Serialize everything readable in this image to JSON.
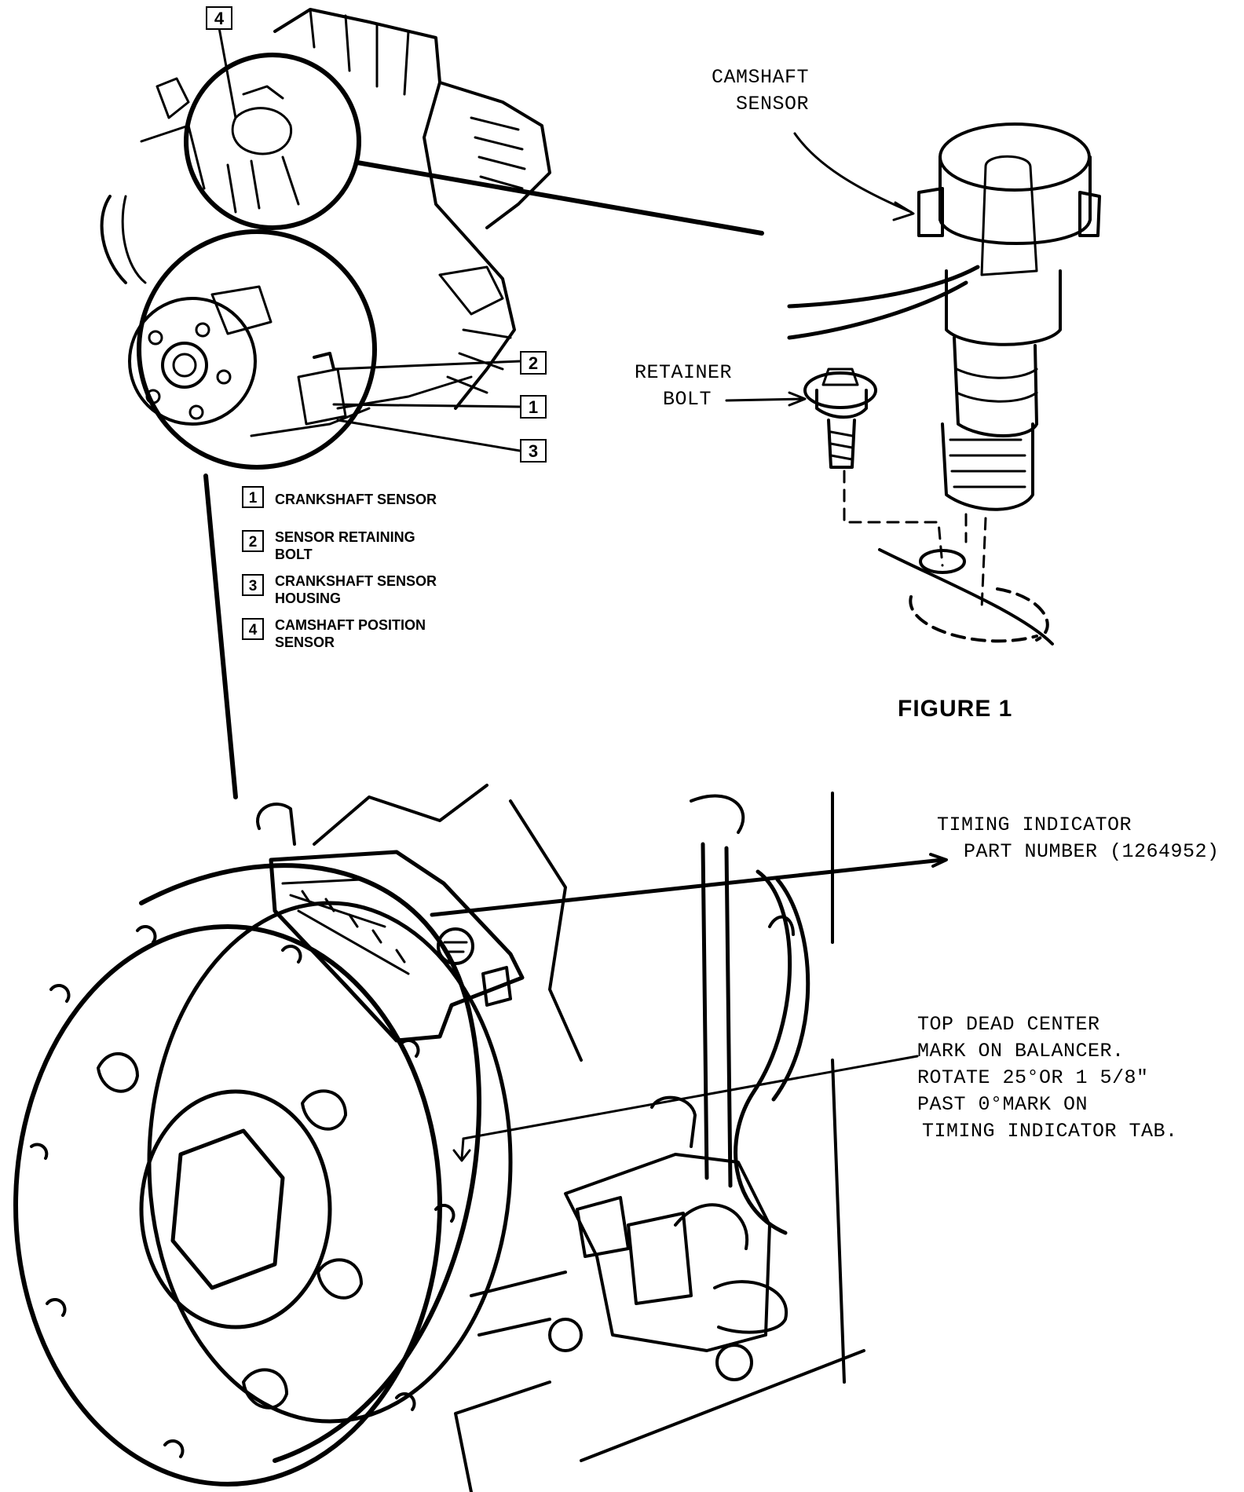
{
  "diagram": {
    "figure_title": "FIGURE 1",
    "legend": [
      {
        "num": "1",
        "text": "CRANKSHAFT SENSOR"
      },
      {
        "num": "2",
        "text": "SENSOR RETAINING BOLT"
      },
      {
        "num": "3",
        "text": "CRANKSHAFT SENSOR HOUSING"
      },
      {
        "num": "4",
        "text": "CAMSHAFT POSITION SENSOR"
      }
    ],
    "callouts": [
      "4",
      "2",
      "1",
      "3"
    ],
    "labels": {
      "camshaft_sensor": [
        "CAMSHAFT",
        "SENSOR"
      ],
      "retainer_bolt": [
        "RETAINER",
        "BOLT"
      ],
      "timing_indicator": [
        "TIMING INDICATOR",
        "PART NUMBER (1264952)"
      ],
      "tdc": [
        "TOP DEAD CENTER",
        "MARK ON BALANCER.",
        "ROTATE 25°OR 1 5/8\"",
        "PAST 0°MARK ON",
        "TIMING INDICATOR TAB."
      ]
    },
    "colors": {
      "ink": "#000000",
      "paper": "#ffffff"
    }
  }
}
